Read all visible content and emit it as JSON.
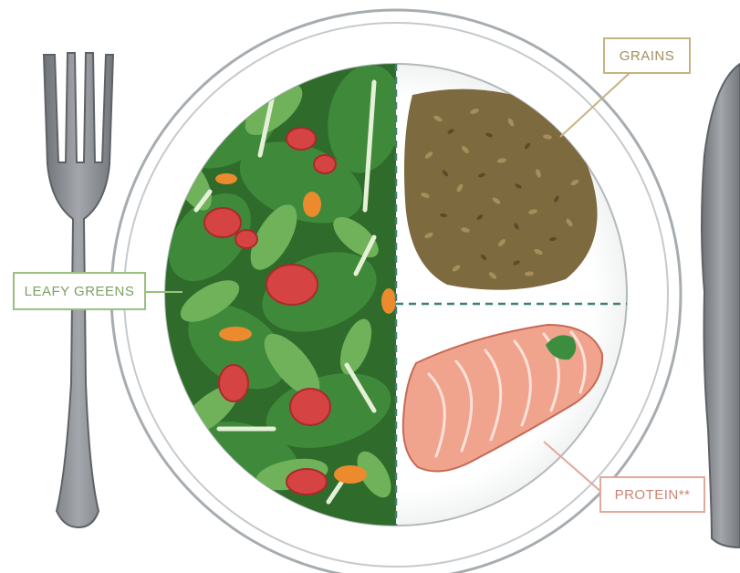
{
  "labels": {
    "leafy_greens": "LEAFY GREENS",
    "grains": "GRAINS",
    "protein": "PROTEIN**"
  },
  "colors": {
    "greens_label": "#7da063",
    "grains_label": "#a38f5f",
    "protein_label": "#c98676",
    "divider": "#3f7f76",
    "cutlery": "#8a8d91"
  },
  "icons": [
    "fork-icon",
    "knife-icon",
    "plate-icon",
    "salad-illustration",
    "grains-illustration",
    "salmon-illustration"
  ]
}
